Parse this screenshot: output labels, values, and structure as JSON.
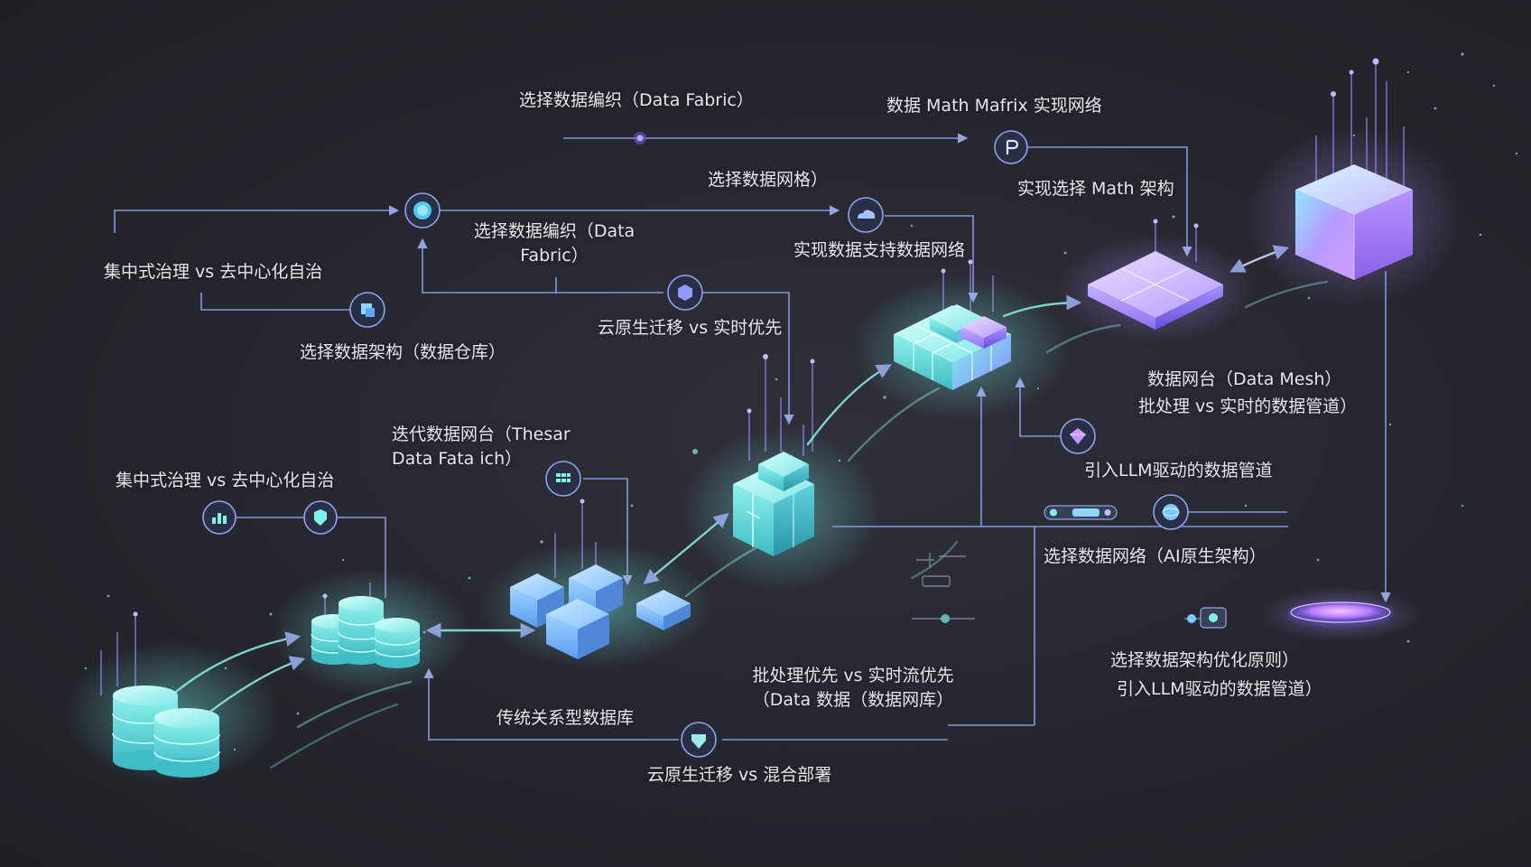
{
  "colors": {
    "background": "#27272f",
    "connector": "#8ea3ee",
    "connector_light": "#b7c6ff",
    "cyan": "#7ff2ea",
    "cyan_dark": "#3fbfc4",
    "violet": "#b39bff",
    "violet_dark": "#7b5ce6",
    "text": "#e6e7ee"
  },
  "labels": {
    "fabric_top": "选择数据编织（Data Fabric）",
    "top_right": "数据 Math Mafrix 实现网络",
    "select_mesh_top": "选择数据网格）",
    "fabric_mid_1": "选择数据编织（Data",
    "fabric_mid_2": "Fabric）",
    "centralized_top": "集中式治理 vs 去中心化自治",
    "warehouse": "选择数据架构（数据仓库）",
    "cloud_native_mid": "云原生迁移 vs 实时优先",
    "real_data_support": "实现数据支持数据网络",
    "hybrid_platform": "实现选择 Math 架构",
    "mesh_platform": "数据网台（Data Mesh）",
    "batch_realtime_pipeline": "批处理 vs 实时的数据管道）",
    "llm_pipeline_1": "引入LLM驱动的数据管道",
    "ai_native": "选择数据网络（AI原生架构）",
    "select_optimize": "选择数据架构优化原则）",
    "llm_pipeline_2": "引入LLM驱动的数据管道）",
    "iterate_platform_1": "迭代数据网台（Thesar",
    "iterate_platform_2": "Data Fata ich）",
    "centralized_bottom": "集中式治理 vs 去中心化自治",
    "batch_stream_1": "批处理优先 vs 实时流优先",
    "batch_stream_2": "（Data 数据（数据网库）",
    "traditional_db": "传统关系型数据库",
    "cloud_native_hybrid": "云原生迁移 vs 混合部署"
  },
  "icons": [
    "fabric-node-icon",
    "router-icon",
    "connector-node-icon",
    "cloud-icon",
    "database-icon",
    "hexagon-icon",
    "gem-icon",
    "globe-icon",
    "grid-icon",
    "chart-icon",
    "shield-icon",
    "heart-shield-icon"
  ]
}
